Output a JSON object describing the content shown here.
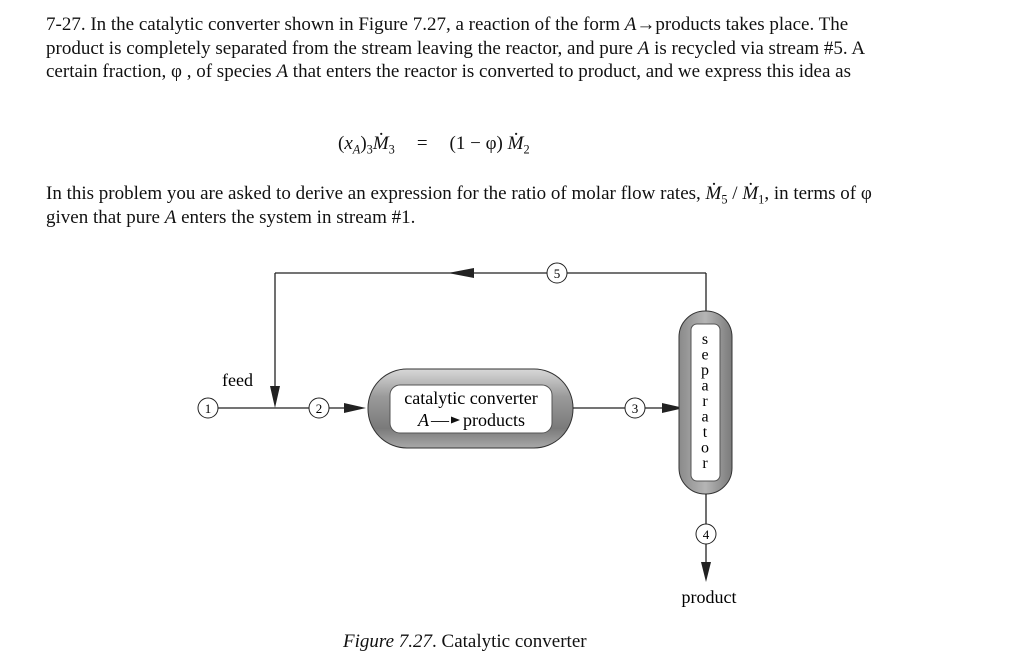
{
  "problem": {
    "p1_number": "7-27.",
    "p1_t1": " In the catalytic converter shown in Figure 7.27, a reaction of the form ",
    "species": "A",
    "arrow": "→",
    "p1_t2": "products takes place.  The product is completely separated from the stream leaving the reactor, and pure ",
    "p1_t3": " is recycled via stream #5. A certain fraction, ",
    "phi": "φ",
    "p1_t4": " , of species ",
    "p1_t5": " that enters the reactor is converted to product, and we express this idea as",
    "p2_t1": "In this problem you are asked to derive an expression for the ratio of molar flow rates, ",
    "p2_t2": " / ",
    "p2_t3": ", in terms of ",
    "p2_t4": " given that pure ",
    "p2_t5": " enters the system in stream #1."
  },
  "equation": {
    "lhs_open": "(",
    "x": "x",
    "x_sub": "A",
    "lhs_close": ")",
    "lhs_sub": "3",
    "M": "M",
    "M_sub_lhs": "3",
    "equals": "=",
    "rhs_coef": "(1 − φ) ",
    "M_sub_rhs": "2"
  },
  "ratio": {
    "M": "M",
    "num_sub": "5",
    "den_sub": "1"
  },
  "figure": {
    "stream_labels": [
      "1",
      "2",
      "3",
      "4",
      "5"
    ],
    "feed_label": "feed",
    "reactor_line1": "catalytic converter",
    "reactor_species": "A",
    "reactor_arrow": "—",
    "reactor_products": "products",
    "separator_letters": [
      "s",
      "e",
      "p",
      "a",
      "r",
      "a",
      "t",
      "o",
      "r"
    ],
    "product_label": "product"
  },
  "caption": {
    "figure_ref": "Figure 7.27",
    "text": ". Catalytic converter"
  }
}
